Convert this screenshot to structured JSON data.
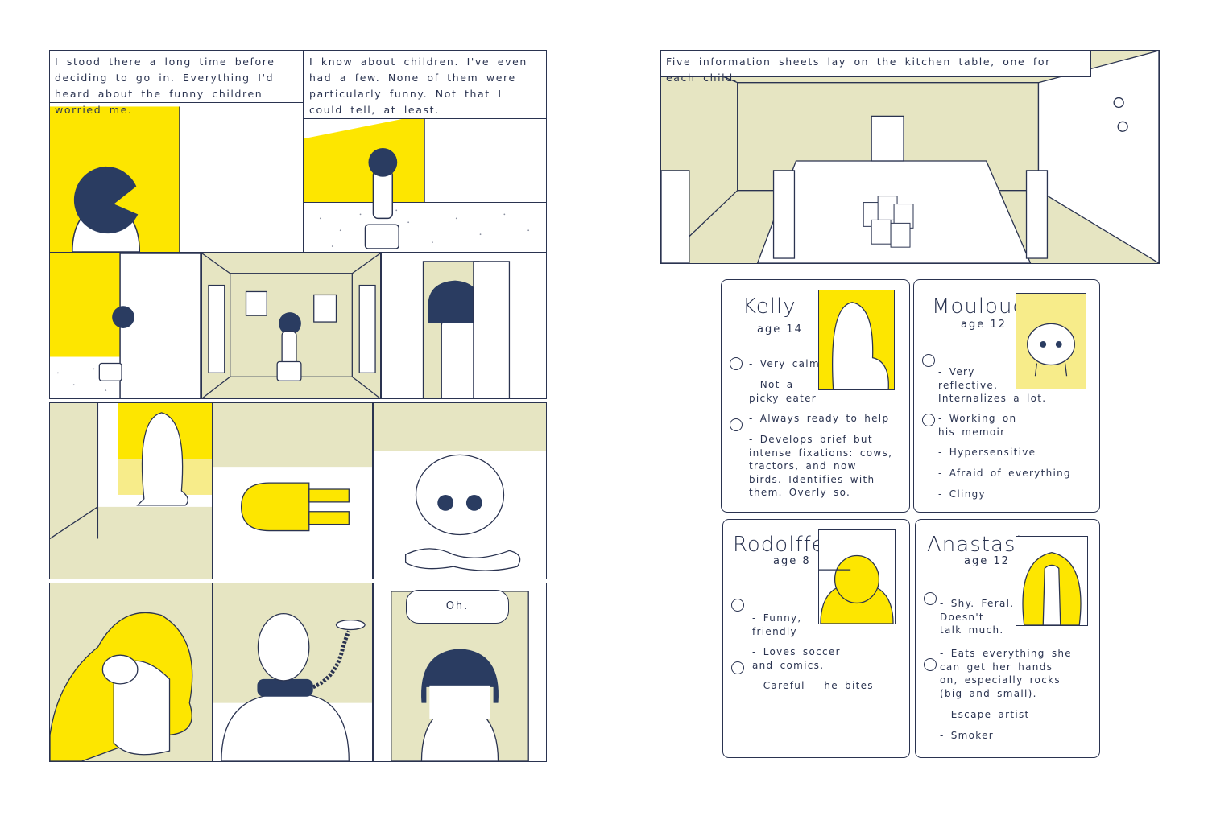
{
  "colors": {
    "yellow": "#fde600",
    "khaki": "#e6e5c2",
    "navy": "#2a3c61",
    "pale_yellow": "#f7ec8a",
    "ink": "#2a3350"
  },
  "left_page": {
    "caption_1": "I stood there a long time before deciding to go in. Everything I'd heard about the funny children worried me.",
    "caption_2": "I know about children. I've even had a few. None of them were particularly funny. Not that I could tell, at least.",
    "speech_oh": "Oh."
  },
  "right_page": {
    "caption": "Five information sheets lay on the kitchen table, one for each child.",
    "cards": [
      {
        "name": "Kelly",
        "age": "age 14",
        "traits": [
          "- Very calm",
          "- Not a\npicky eater",
          "- Always ready to help",
          "- Develops brief but\nintense fixations: cows,\ntractors, and now\nbirds. Identifies with\nthem. Overly so."
        ]
      },
      {
        "name": "Mouloud",
        "age": "age 12",
        "traits": [
          "- Very\nreflective.\nInternalizes a lot.",
          "- Working on\nhis memoir",
          "- Hypersensitive",
          "- Afraid of everything",
          "- Clingy"
        ]
      },
      {
        "name": "Rodolffe",
        "age": "age 8",
        "traits": [
          "- Funny,\nfriendly",
          "- Loves soccer\nand comics.",
          "- Careful – he bites"
        ]
      },
      {
        "name": "Anastasia",
        "age": "age 12",
        "traits": [
          "- Shy. Feral.\nDoesn't\ntalk much.",
          "- Eats everything she\ncan get her hands\non, especially rocks\n(big and small).",
          "- Escape artist",
          "- Smoker"
        ]
      }
    ]
  }
}
